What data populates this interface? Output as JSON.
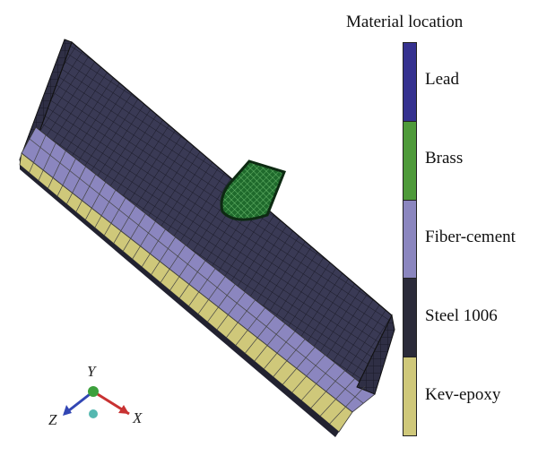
{
  "legend": {
    "title": "Material location",
    "items": [
      {
        "label": "Lead",
        "color": "#35318f"
      },
      {
        "label": "Brass",
        "color": "#4e9a3a"
      },
      {
        "label": "Fiber-cement",
        "color": "#8b86bf"
      },
      {
        "label": "Steel 1006",
        "color": "#2b2b3a"
      },
      {
        "label": "Kev-epoxy",
        "color": "#cfc87a"
      }
    ]
  },
  "axes": {
    "y_label": "Y",
    "x_label": "X",
    "z_label": "Z",
    "colors": {
      "x": "#c83232",
      "y": "#3ca03c",
      "z": "#3246b4"
    }
  },
  "materials": {
    "top_face": "#3a3a55",
    "front_steel": "#2b2b3a",
    "fiber_cement": "#8b86bf",
    "kev_epoxy": "#cfc87a",
    "bullet": "#2f8a3c"
  }
}
